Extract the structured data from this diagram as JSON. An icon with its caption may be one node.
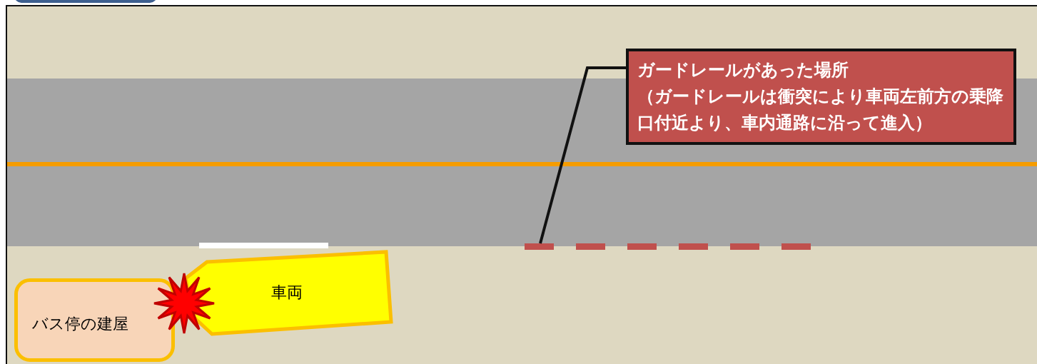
{
  "diagram": {
    "nodes": [
      {
        "text": [
          "ガードレールがあった場所",
          "（ガードレールは衝突により車両左前方の乗降口付近より、車内通路に沿って進入）"
        ]
      },
      {
        "text": [],
        "shape": "bar"
      },
      {
        "text": [
          "バス停の建屋"
        ]
      },
      {
        "text": [
          "車両"
        ]
      }
    ],
    "edges": [
      {
        "from": 0,
        "to": 1,
        "arrow": "none"
      }
    ]
  }
}
